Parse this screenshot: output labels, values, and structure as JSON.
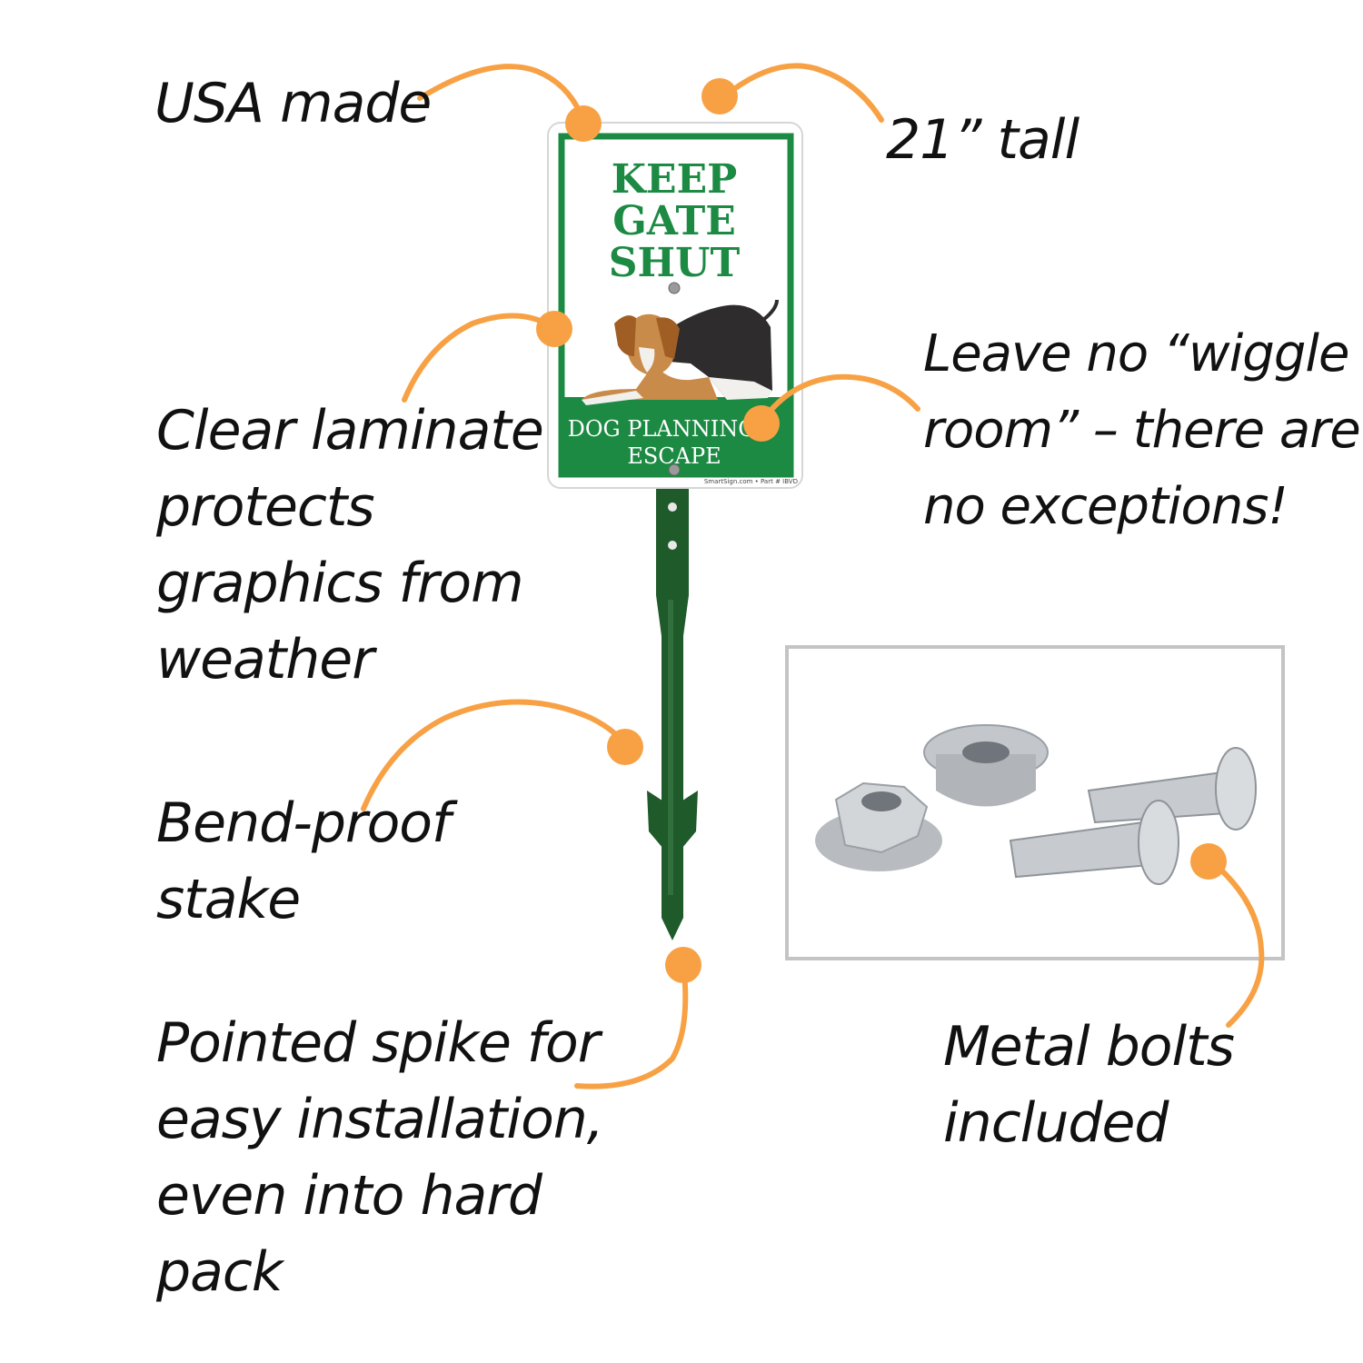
{
  "callouts": {
    "usa_made": "USA made",
    "tall": "21” tall",
    "laminate": [
      "Clear laminate",
      "protects",
      "graphics from",
      "weather"
    ],
    "wiggle": [
      "Leave no “wiggle",
      "room” – there are",
      "no exceptions!"
    ],
    "bend_proof": [
      "Bend-proof",
      "stake"
    ],
    "spike": [
      "Pointed spike for",
      "easy installation,",
      "even into hard",
      "pack"
    ],
    "bolts": [
      "Metal bolts",
      "included"
    ]
  },
  "sign": {
    "title_lines": [
      "KEEP",
      "GATE",
      "SHUT"
    ],
    "subtitle_lines": [
      "DOG PLANNING",
      "ESCAPE"
    ],
    "footer": "SmartSign.com • Part # IBVD"
  },
  "colors": {
    "accent": "#f7a144",
    "sign_green": "#1c8a43",
    "stake_green": "#1f5a2a",
    "text": "#111111"
  }
}
